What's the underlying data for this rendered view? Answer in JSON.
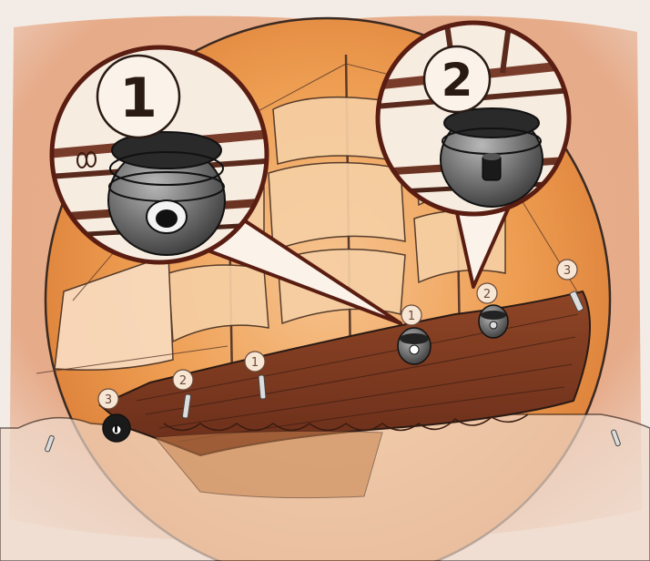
{
  "scene": {
    "callouts": [
      {
        "number": "1"
      },
      {
        "number": "2"
      }
    ],
    "markers": [
      {
        "number": "1"
      },
      {
        "number": "2"
      },
      {
        "number": "3"
      },
      {
        "number": "1"
      },
      {
        "number": "2"
      },
      {
        "number": "3"
      }
    ]
  },
  "colors": {
    "paper": "#f3ece6",
    "wash_orange": "#e9923f",
    "wash_light": "#f2c08a",
    "hull_brown": "#7a3a22",
    "ink": "#2a1a14",
    "callout_border": "#5a1d12"
  }
}
